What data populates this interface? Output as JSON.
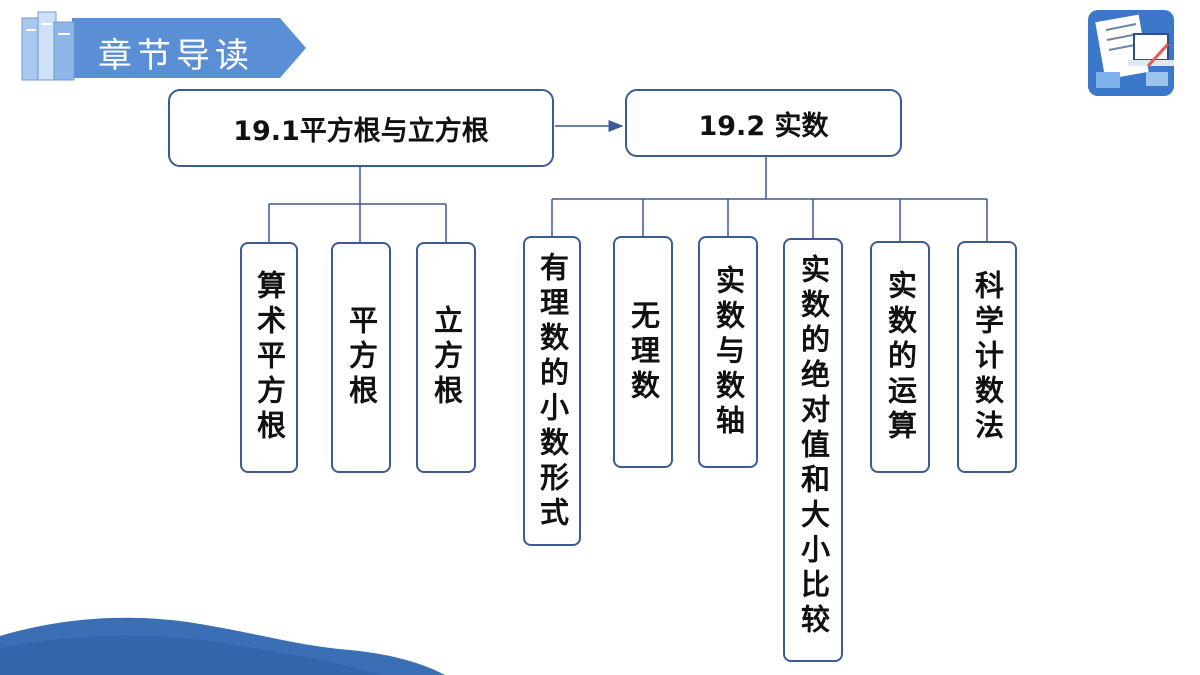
{
  "header": {
    "title": "章节导读"
  },
  "colors": {
    "accent": "#5a8fd6",
    "border": "#3c5a94",
    "wave": "#3b6fb5"
  },
  "icons": {
    "left": "book-stack-icon",
    "right": "notebook-laptop-icon"
  },
  "diagram": {
    "section1": {
      "title": "19.1平方根与立方根",
      "children": [
        "算术平方根",
        "平方根",
        "立方根"
      ]
    },
    "section2": {
      "title": "19.2 实数",
      "children": [
        "有理数的小数形式",
        "无理数",
        "实数与数轴",
        "实数的绝对值和大小比较",
        "实数的运算",
        "科学计数法"
      ]
    }
  }
}
